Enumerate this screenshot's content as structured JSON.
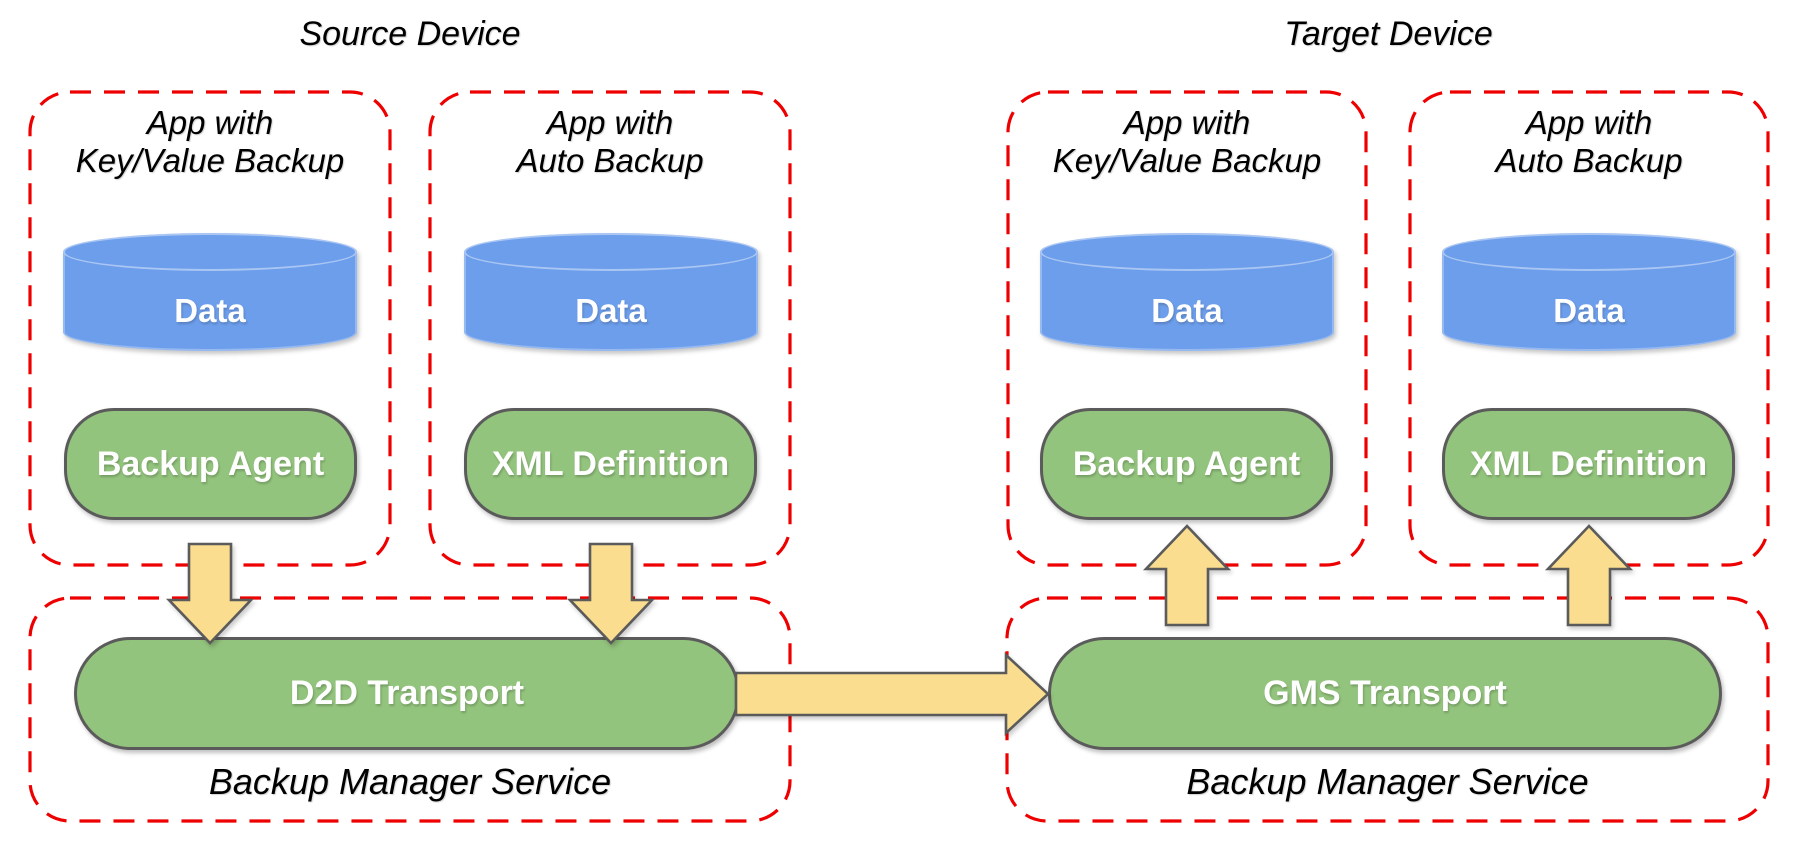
{
  "titles": {
    "source": "Source Device",
    "target": "Target Device"
  },
  "source": {
    "apps": [
      {
        "label": [
          "App with",
          "Key/Value Backup"
        ],
        "data": "Data",
        "component": "Backup Agent"
      },
      {
        "label": [
          "App with",
          "Auto Backup"
        ],
        "data": "Data",
        "component": "XML Definition"
      }
    ],
    "service": {
      "transport": "D2D Transport",
      "name": "Backup Manager Service"
    }
  },
  "target": {
    "apps": [
      {
        "label": [
          "App with",
          "Key/Value Backup"
        ],
        "data": "Data",
        "component": "Backup Agent"
      },
      {
        "label": [
          "App with",
          "Auto Backup"
        ],
        "data": "Data",
        "component": "XML Definition"
      }
    ],
    "service": {
      "transport": "GMS Transport",
      "name": "Backup Manager Service"
    }
  },
  "colors": {
    "frame_red": "#EE0000",
    "shape_green": "#93C47D",
    "cylinder_blue": "#6D9EEB",
    "arrow_yellow": "#FBDD8F",
    "outline_gray": "#5B5B5B",
    "text_dark": "#000000",
    "text_light": "#FFFFFF"
  }
}
